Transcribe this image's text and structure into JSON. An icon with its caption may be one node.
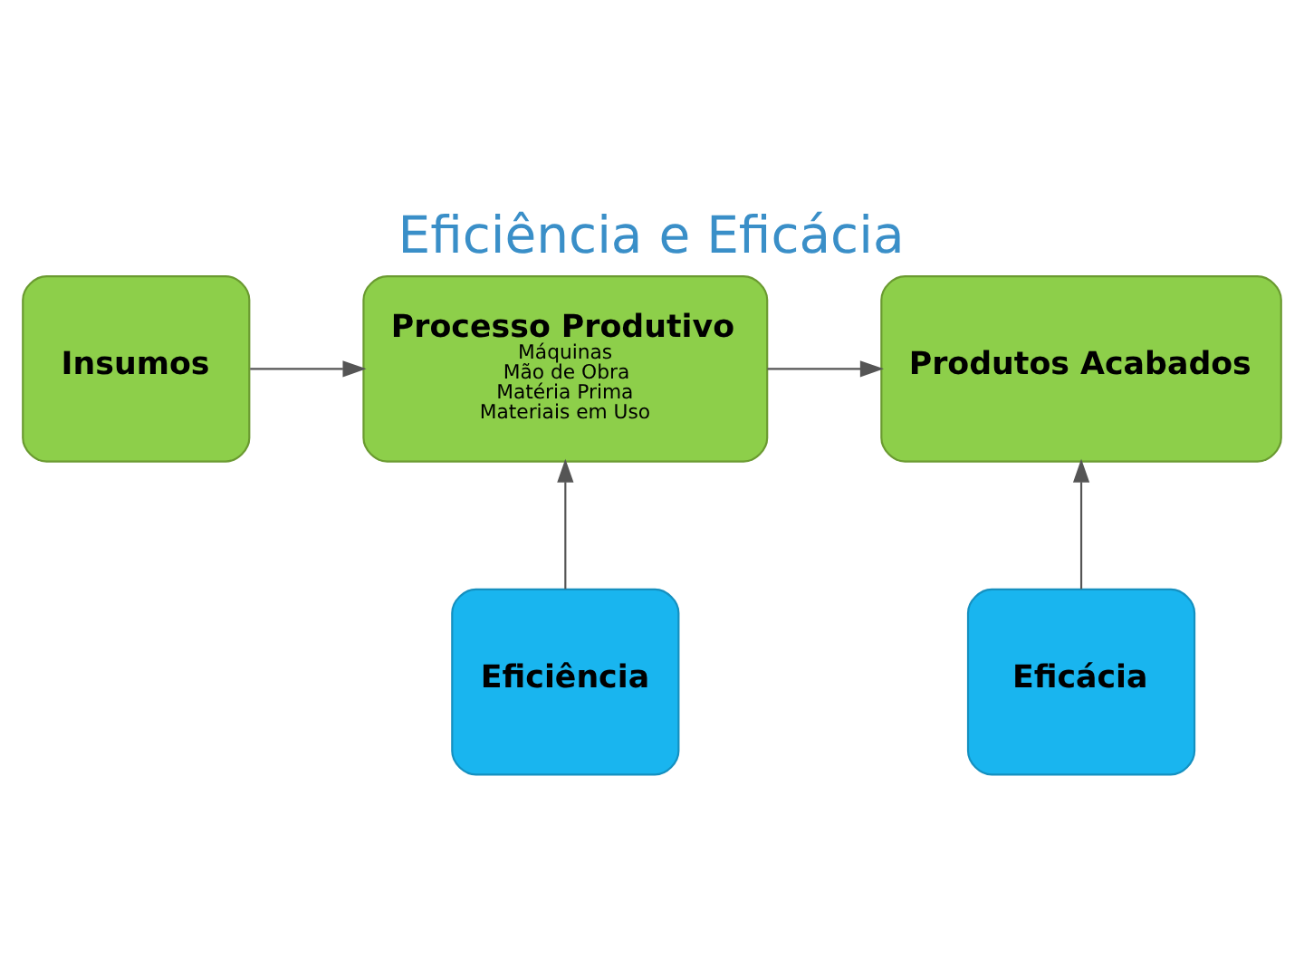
{
  "diagram": {
    "title": "Eficiência e Eficácia",
    "nodes": [
      {
        "text": [
          "Insumos"
        ]
      },
      {
        "text": [
          "Processo Produtivo",
          "Máquinas",
          "Mão de Obra",
          "Matéria Prima",
          "Materiais em Uso"
        ]
      },
      {
        "text": [
          "Produtos Acabados"
        ]
      },
      {
        "text": [
          "Eficiência"
        ]
      },
      {
        "text": [
          "Eficácia"
        ]
      }
    ],
    "edges": [
      {
        "from": 0,
        "to": 1,
        "arrow": "to"
      },
      {
        "from": 1,
        "to": 2,
        "arrow": "to"
      },
      {
        "from": 3,
        "to": 1,
        "arrow": "to"
      },
      {
        "from": 4,
        "to": 2,
        "arrow": "to"
      }
    ]
  }
}
